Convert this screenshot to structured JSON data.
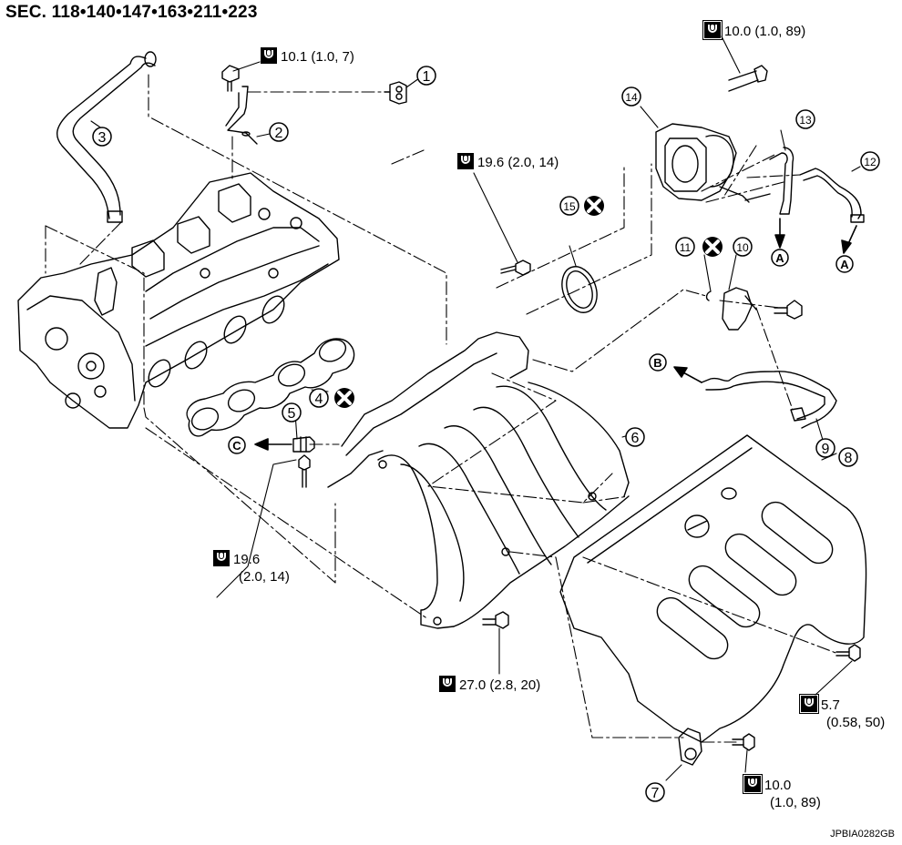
{
  "title": "SEC. 118•140•147•163•211•223",
  "figure_code": "JPBIA0282GB",
  "callouts": [
    {
      "num": "1",
      "part": "bracket-connector"
    },
    {
      "num": "2",
      "part": "bracket"
    },
    {
      "num": "3",
      "part": "hose"
    },
    {
      "num": "4",
      "part": "gasket",
      "replace": true
    },
    {
      "num": "5",
      "part": "connector-fitting"
    },
    {
      "num": "6",
      "part": "intake-manifold"
    },
    {
      "num": "7",
      "part": "clip"
    },
    {
      "num": "8",
      "part": "engine-cover"
    },
    {
      "num": "9",
      "part": "hose"
    },
    {
      "num": "10",
      "part": "valve"
    },
    {
      "num": "11",
      "part": "o-ring",
      "replace": true
    },
    {
      "num": "12",
      "part": "hose"
    },
    {
      "num": "13",
      "part": "hose"
    },
    {
      "num": "14",
      "part": "throttle-body"
    },
    {
      "num": "15",
      "part": "gasket",
      "replace": true
    }
  ],
  "letters": [
    "A",
    "A",
    "B",
    "C"
  ],
  "torques": [
    {
      "id": "t1",
      "value": "10.1",
      "spec": "(1.0, 7)",
      "icon": "torque-wrench-icon"
    },
    {
      "id": "t2",
      "value": "10.0",
      "spec": "(1.0, 89)",
      "icon": "torque-wrench-icon"
    },
    {
      "id": "t3",
      "value": "19.6",
      "spec": "(2.0, 14)",
      "icon": "torque-wrench-icon"
    },
    {
      "id": "t4",
      "value": "19.6",
      "spec": "(2.0, 14)",
      "icon": "torque-wrench-icon"
    },
    {
      "id": "t5",
      "value": "27.0",
      "spec": "(2.8, 20)",
      "icon": "torque-wrench-icon"
    },
    {
      "id": "t6",
      "value": "5.7",
      "spec": "(0.58, 50)",
      "icon": "torque-wrench-icon"
    },
    {
      "id": "t7",
      "value": "10.0",
      "spec": "(1.0, 89)",
      "icon": "torque-wrench-icon"
    }
  ]
}
